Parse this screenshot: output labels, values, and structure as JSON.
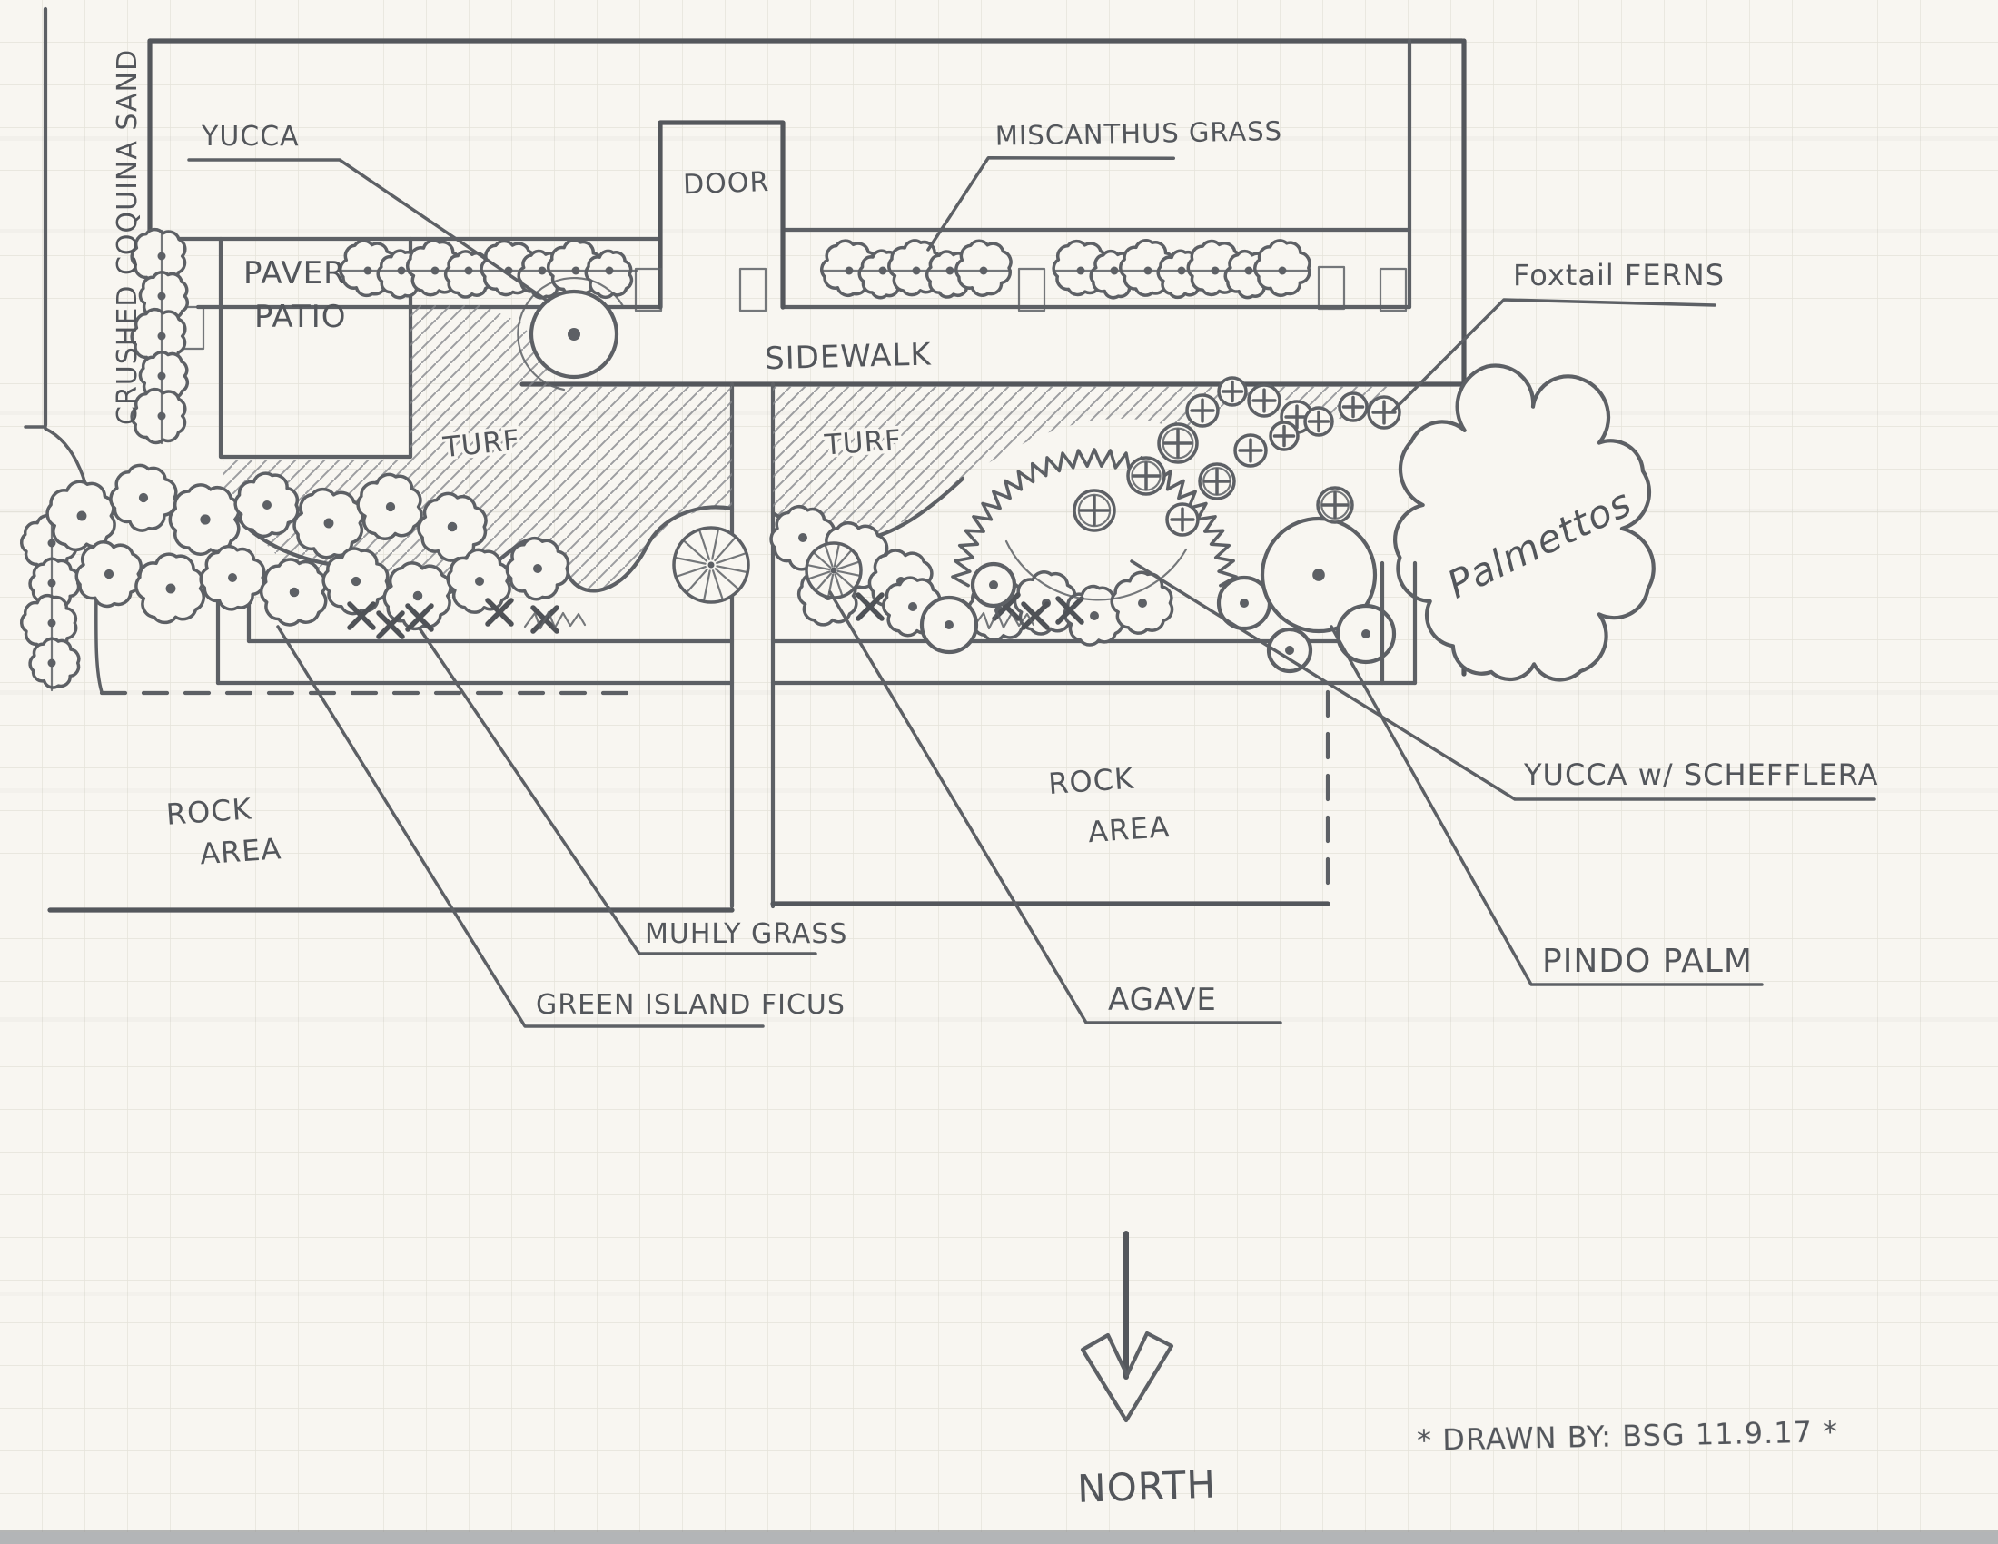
{
  "labels": {
    "crushed_coquina_sand": "CRUSHED COQUINA SAND",
    "yucca": "YUCCA",
    "paver": "PAVER",
    "patio": "PATIO",
    "door": "DOOR",
    "sidewalk": "SIDEWALK",
    "miscanthus_grass": "MISCANTHUS GRASS",
    "foxtail_ferns": "Foxtail FERNS",
    "turf": "TURF",
    "palmettos": "Palmettos",
    "rock": "ROCK",
    "area": "AREA",
    "muhly_grass": "MUHLY GRASS",
    "green_island_ficus": "GREEN ISLAND FICUS",
    "agave": "AGAVE",
    "pindo_palm": "PINDO PALM",
    "yucca_w_schefflera": "YUCCA w/ SCHEFFLERA",
    "north": "NORTH",
    "credit": "* DRAWN BY: BSG  11.9.17 *"
  },
  "colors": {
    "pencil": "#5d6065",
    "paper": "#f8f6f1",
    "grid": "#e4e2d9"
  }
}
